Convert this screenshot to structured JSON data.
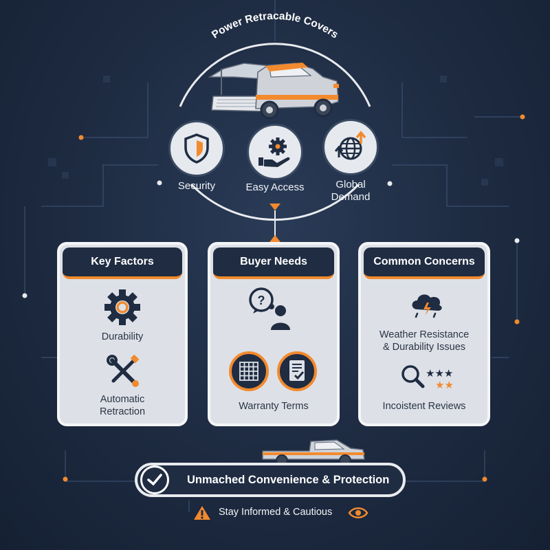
{
  "title": "Power Retracable Covers",
  "features": [
    {
      "label": "Security",
      "icon": "shield-icon"
    },
    {
      "label": "Easy Access",
      "icon": "gear-hand-icon"
    },
    {
      "label_line1": "Global",
      "label_line2": "Demand",
      "icon": "globe-arrows-icon"
    }
  ],
  "panels": {
    "key_factors": {
      "title": "Key Factors",
      "items": [
        {
          "label": "Durability",
          "icon": "gear-icon"
        },
        {
          "label_line1": "Automatic",
          "label_line2": "Retraction",
          "icon": "wrench-screwdriver-icon"
        }
      ]
    },
    "buyer_needs": {
      "title": "Buyer Needs",
      "items": [
        {
          "label": "",
          "icon": "question-person-icon"
        },
        {
          "label": "Warranty Terms",
          "icons": [
            "grid-icon",
            "checklist-icon"
          ]
        }
      ]
    },
    "common_concerns": {
      "title": "Common Concerns",
      "items": [
        {
          "label_line1": "Weather Resistance",
          "label_line2": "& Durability Issues",
          "icon": "storm-cloud-icon"
        },
        {
          "label": "Incoistent Reviews",
          "icon": "magnifier-stars-icon"
        }
      ]
    }
  },
  "banner": {
    "text": "Unmached Convenience & Protection",
    "icon": "check-icon"
  },
  "footer": {
    "text": "Stay Informed & Cautious",
    "icons": [
      "warning-icon",
      "eye-icon"
    ]
  },
  "colors": {
    "accent": "#f28a2e",
    "navy": "#1f2c42",
    "panel": "#dde1e7"
  }
}
